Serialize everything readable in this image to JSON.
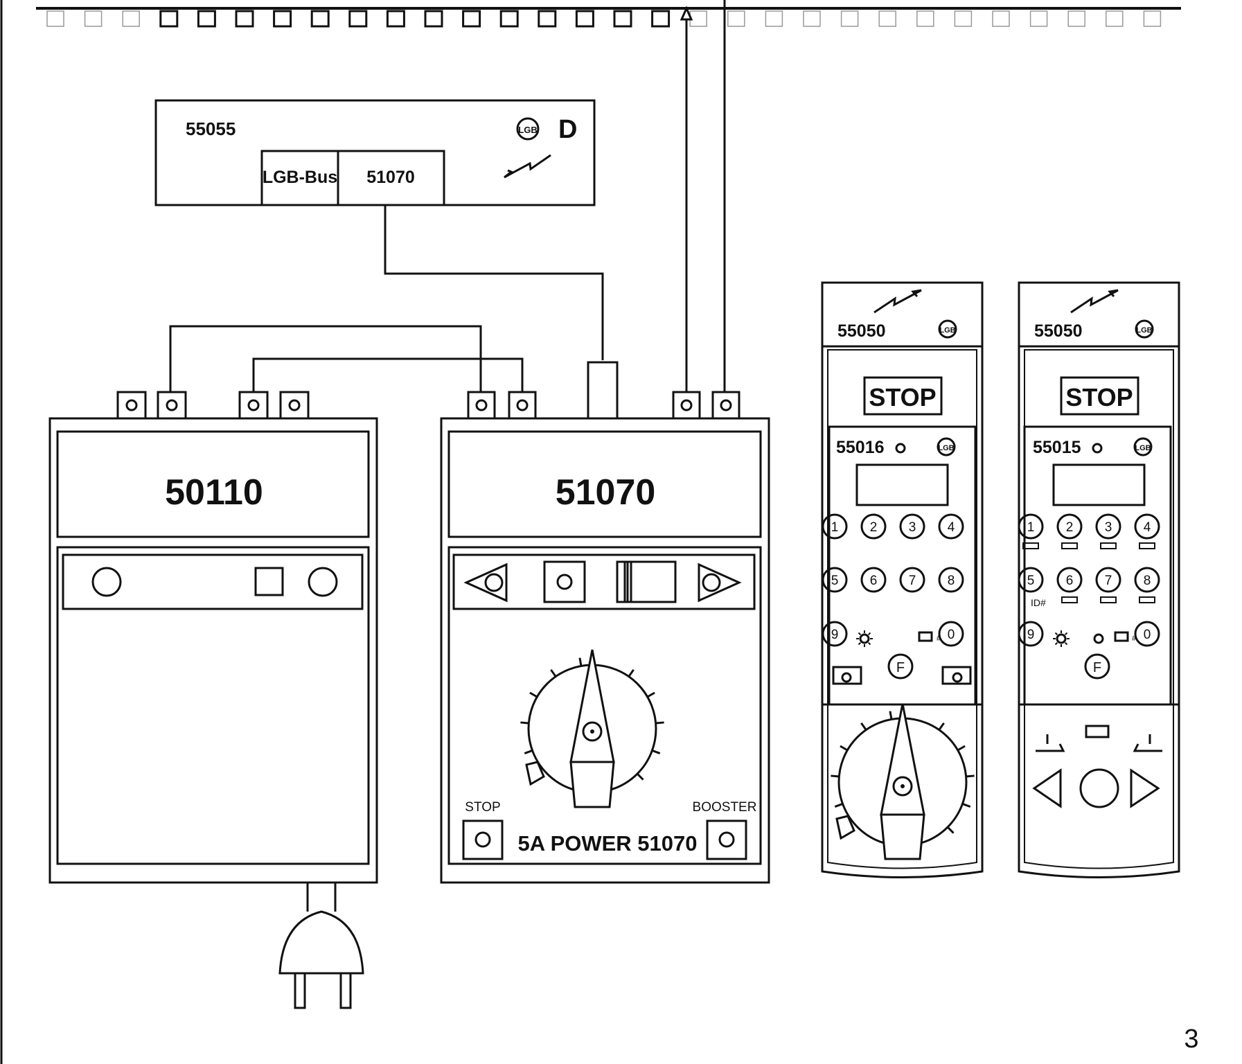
{
  "page": {
    "number": "3"
  },
  "interface_55055": {
    "model": "55055",
    "brand_mark": "LGB",
    "region_code": "D",
    "slot_left": "LGB-Bus",
    "slot_right": "51070"
  },
  "transformer_50110": {
    "model": "50110"
  },
  "power_51070": {
    "model": "51070",
    "stop_label": "STOP",
    "booster_label": "BOOSTER",
    "footer_label": "5A POWER 51070"
  },
  "remote_55016": {
    "receiver_model": "55050",
    "stop_button": "STOP",
    "model": "55016",
    "keys": [
      "1",
      "2",
      "3",
      "4",
      "5",
      "6",
      "7",
      "8",
      "9",
      "0"
    ],
    "function_key": "F",
    "hash_mark": "#"
  },
  "remote_55015": {
    "receiver_model": "55050",
    "stop_button": "STOP",
    "model": "55015",
    "keys": [
      "1",
      "2",
      "3",
      "4",
      "5",
      "6",
      "7",
      "8",
      "9",
      "0"
    ],
    "function_key": "F",
    "hash_mark": "#",
    "id_label": "ID#"
  },
  "icons": [
    "lgb-logo-icon",
    "radio-signal-icon",
    "plug-icon",
    "dial-knob-icon",
    "arrow-left-icon",
    "arrow-right-icon",
    "light-sun-icon",
    "locomotive-icon",
    "turnout-icon"
  ]
}
